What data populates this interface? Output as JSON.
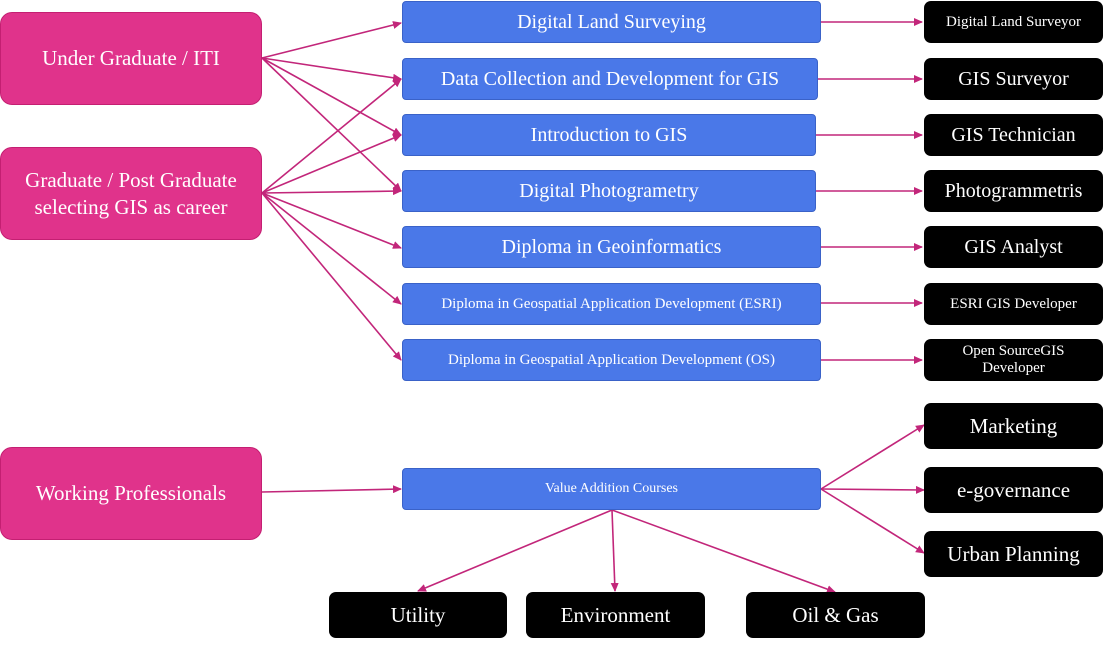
{
  "sources": {
    "undergrad": "Under Graduate / ITI",
    "graduate_line1": "Graduate / Post Graduate",
    "graduate_line2": "selecting GIS as career",
    "working": "Working Professionals"
  },
  "courses": {
    "land_surveying": "Digital Land Surveying",
    "data_collection": "Data Collection and Development for GIS",
    "intro_gis": "Introduction to GIS",
    "photogrametry": "Digital Photogrametry",
    "diploma_geoinformatics": "Diploma in Geoinformatics",
    "diploma_esri": "Diploma in Geospatial Application Development (ESRI)",
    "diploma_os": "Diploma in Geospatial Application Development (OS)",
    "value_addition": "Value Addition Courses"
  },
  "outcomes": {
    "land_surveyor": "Digital Land Surveyor",
    "gis_surveyor": "GIS Surveyor",
    "gis_technician": "GIS Technician",
    "photogrammetris": "Photogrammetris",
    "gis_analyst": "GIS Analyst",
    "esri_developer": "ESRI GIS Developer",
    "os_developer_line1": "Open SourceGIS",
    "os_developer_line2": "Developer",
    "marketing": "Marketing",
    "egovernance": "e-governance",
    "urban_planning": "Urban Planning",
    "utility": "Utility",
    "environment": "Environment",
    "oil_gas": "Oil & Gas"
  },
  "colors": {
    "source_fill": "#e0338b",
    "course_fill": "#4a78e8",
    "outcome_fill": "#000000",
    "arrow": "#c2267a"
  }
}
